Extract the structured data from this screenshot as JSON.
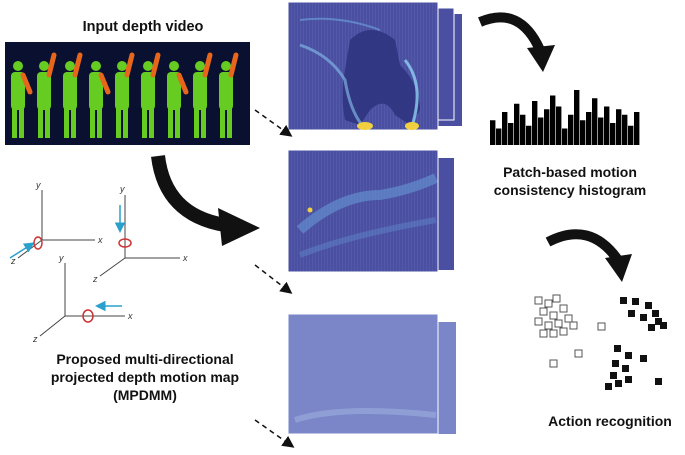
{
  "labels": {
    "input_video": "Input depth video",
    "histogram_line1": "Patch-based motion",
    "histogram_line2": "consistency histogram",
    "mpdmm_line1": "Proposed multi-directional",
    "mpdmm_line2": "projected depth motion map",
    "mpdmm_line3": "(MPDMM)",
    "action": "Action recognition"
  },
  "axes": {
    "x": "x",
    "y": "y",
    "z": "z"
  },
  "histogram_bars": [
    0.45,
    0.3,
    0.6,
    0.4,
    0.75,
    0.55,
    0.35,
    0.8,
    0.5,
    0.65,
    0.9,
    0.7,
    0.3,
    0.55,
    1.0,
    0.45,
    0.6,
    0.85,
    0.5,
    0.7,
    0.4,
    0.65,
    0.55,
    0.35,
    0.6
  ],
  "colors": {
    "map_bg": "#4a4fa2",
    "map_light": "#7a86c8",
    "silhouette": "#66cc22",
    "hand": "#e8661c",
    "video_bg": "#0a1030",
    "arrow": "#111111",
    "rot_arrow": "#cc3333",
    "cyan_arrow": "#2aa0cc"
  }
}
